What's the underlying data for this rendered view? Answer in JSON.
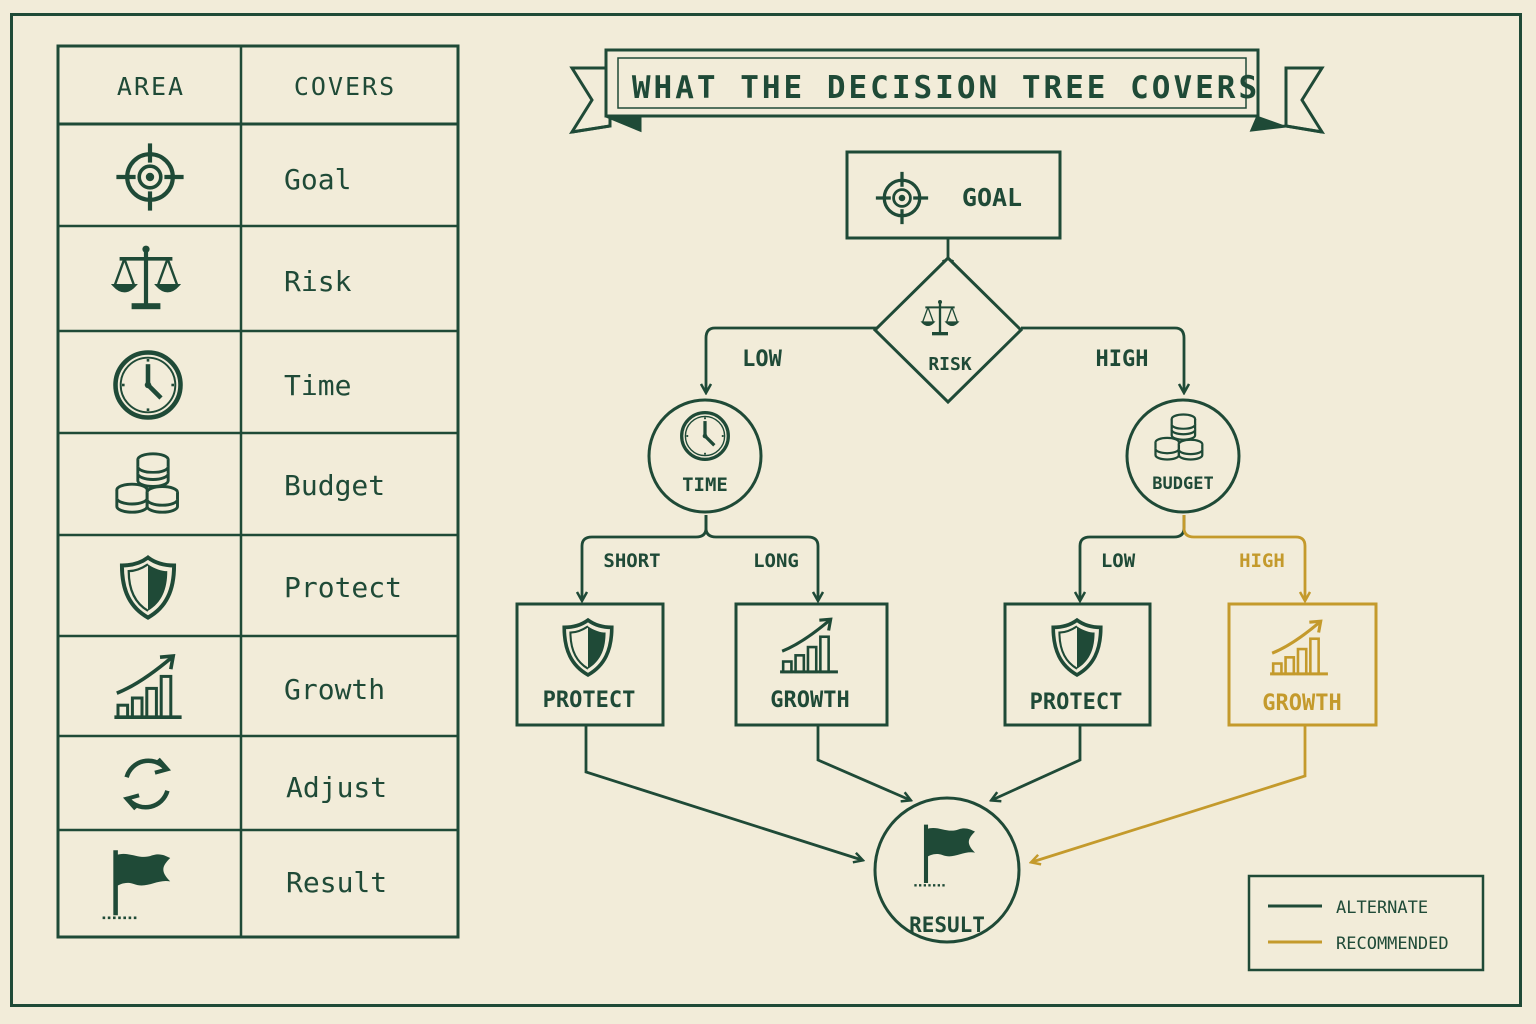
{
  "colors": {
    "ink": "#1f4a37",
    "paper": "#f2ecd9",
    "recommended": "#c49a2c"
  },
  "title": "WHAT THE DECISION TREE COVERS",
  "table": {
    "header_area": "AREA",
    "header_covers": "COVERS",
    "rows": [
      {
        "icon": "target-icon",
        "label": "Goal"
      },
      {
        "icon": "scales-icon",
        "label": "Risk"
      },
      {
        "icon": "clock-icon",
        "label": "Time"
      },
      {
        "icon": "coins-icon",
        "label": "Budget"
      },
      {
        "icon": "shield-icon",
        "label": "Protect"
      },
      {
        "icon": "growth-chart-icon",
        "label": "Growth"
      },
      {
        "icon": "cycle-arrows-icon",
        "label": "Adjust"
      },
      {
        "icon": "flag-icon",
        "label": "Result"
      }
    ]
  },
  "tree": {
    "goal": "GOAL",
    "risk": "RISK",
    "risk_low": "LOW",
    "risk_high": "HIGH",
    "time": "TIME",
    "budget": "BUDGET",
    "time_short": "SHORT",
    "time_long": "LONG",
    "budget_low": "LOW",
    "budget_high": "HIGH",
    "leaf_protect_1": "PROTECT",
    "leaf_growth_1": "GROWTH",
    "leaf_protect_2": "PROTECT",
    "leaf_growth_2": "GROWTH",
    "result": "RESULT"
  },
  "legend": {
    "alternate": "ALTERNATE",
    "recommended": "RECOMMENDED"
  }
}
